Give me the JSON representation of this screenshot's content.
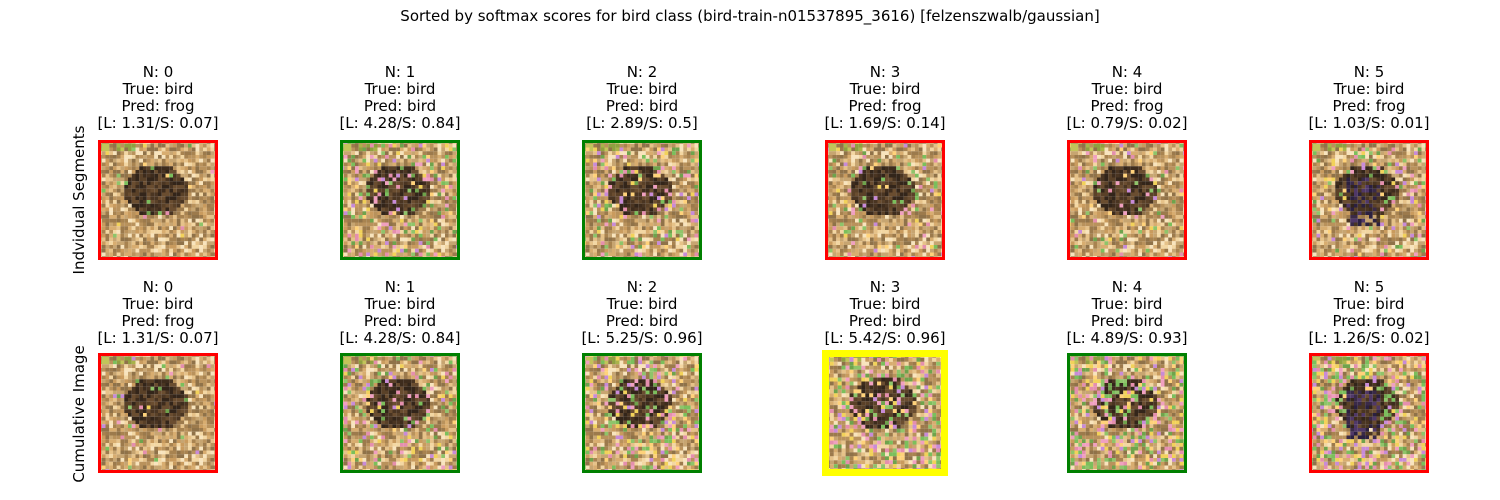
{
  "figure": {
    "title": "Sorted by softmax scores for bird class (bird-train-n01537895_3616) [felzenszwalb/gaussian]"
  },
  "colors": {
    "correct": "#008000",
    "incorrect": "#ff0000",
    "best": "#ffff00"
  },
  "rows": [
    {
      "label": "Indvidual Segments",
      "panels": [
        {
          "n": "N: 0",
          "true_text": "True: bird",
          "pred_text": "Pred: frog",
          "score_text": "[L: 1.31/S: 0.07]",
          "frame": "incorrect",
          "noise": 0.05,
          "dark_center": false
        },
        {
          "n": "N: 1",
          "true_text": "True: bird",
          "pred_text": "Pred: bird",
          "score_text": "[L: 4.28/S: 0.84]",
          "frame": "correct",
          "noise": 0.35,
          "dark_center": false
        },
        {
          "n": "N: 2",
          "true_text": "True: bird",
          "pred_text": "Pred: bird",
          "score_text": "[L: 2.89/S: 0.5]",
          "frame": "correct",
          "noise": 0.3,
          "dark_center": false
        },
        {
          "n": "N: 3",
          "true_text": "True: bird",
          "pred_text": "Pred: frog",
          "score_text": "[L: 1.69/S: 0.14]",
          "frame": "incorrect",
          "noise": 0.2,
          "dark_center": false
        },
        {
          "n": "N: 4",
          "true_text": "True: bird",
          "pred_text": "Pred: frog",
          "score_text": "[L: 0.79/S: 0.02]",
          "frame": "incorrect",
          "noise": 0.15,
          "dark_center": false
        },
        {
          "n": "N: 5",
          "true_text": "True: bird",
          "pred_text": "Pred: frog",
          "score_text": "[L: 1.03/S: 0.01]",
          "frame": "incorrect",
          "noise": 0.25,
          "dark_center": true
        }
      ]
    },
    {
      "label": "Cumulative Image",
      "panels": [
        {
          "n": "N: 0",
          "true_text": "True: bird",
          "pred_text": "Pred: frog",
          "score_text": "[L: 1.31/S: 0.07]",
          "frame": "incorrect",
          "noise": 0.05,
          "dark_center": false
        },
        {
          "n": "N: 1",
          "true_text": "True: bird",
          "pred_text": "Pred: bird",
          "score_text": "[L: 4.28/S: 0.84]",
          "frame": "correct",
          "noise": 0.35,
          "dark_center": false
        },
        {
          "n": "N: 2",
          "true_text": "True: bird",
          "pred_text": "Pred: bird",
          "score_text": "[L: 5.25/S: 0.96]",
          "frame": "correct",
          "noise": 0.5,
          "dark_center": false
        },
        {
          "n": "N: 3",
          "true_text": "True: bird",
          "pred_text": "Pred: bird",
          "score_text": "[L: 5.42/S: 0.96]",
          "frame": "best",
          "noise": 0.6,
          "dark_center": false
        },
        {
          "n": "N: 4",
          "true_text": "True: bird",
          "pred_text": "Pred: bird",
          "score_text": "[L: 4.89/S: 0.93]",
          "frame": "correct",
          "noise": 0.65,
          "dark_center": false
        },
        {
          "n": "N: 5",
          "true_text": "True: bird",
          "pred_text": "Pred: frog",
          "score_text": "[L: 1.26/S: 0.02]",
          "frame": "incorrect",
          "noise": 0.7,
          "dark_center": true
        }
      ]
    }
  ],
  "chart_data": {
    "type": "image-grid",
    "title": "Sorted by softmax scores for bird class (bird-train-n01537895_3616) [felzenszwalb/gaussian]",
    "row_labels": [
      "Indvidual Segments",
      "Cumulative Image"
    ],
    "columns": [
      0,
      1,
      2,
      3,
      4,
      5
    ],
    "true_class": "bird",
    "individual_segments": {
      "pred": [
        "frog",
        "bird",
        "bird",
        "frog",
        "frog",
        "frog"
      ],
      "logit": [
        1.31,
        4.28,
        2.89,
        1.69,
        0.79,
        1.03
      ],
      "softmax": [
        0.07,
        0.84,
        0.5,
        0.14,
        0.02,
        0.01
      ]
    },
    "cumulative_image": {
      "pred": [
        "frog",
        "bird",
        "bird",
        "bird",
        "bird",
        "frog"
      ],
      "logit": [
        1.31,
        4.28,
        5.25,
        5.42,
        4.89,
        1.26
      ],
      "softmax": [
        0.07,
        0.84,
        0.96,
        0.96,
        0.93,
        0.02
      ]
    },
    "highlighted": {
      "row": "Cumulative Image",
      "n": 3
    }
  }
}
